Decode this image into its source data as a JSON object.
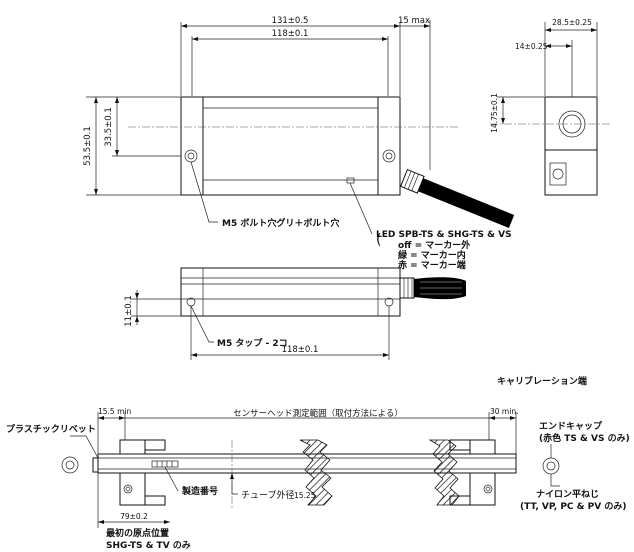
{
  "top_view": {
    "dim_overall_length": "131±0.5",
    "dim_max_extension": "15 max",
    "dim_hole_pitch": "118±0.1",
    "dim_height": "53.5±0.1",
    "dim_half_height": "33.5±0.1",
    "label_mount_hole": "M5 ボルト穴グリ＋ボルト穴"
  },
  "end_view": {
    "dim_width": "28.5±0.25",
    "dim_half_width": "14±0.25",
    "dim_center_height": "14.75±0.1"
  },
  "led_note": {
    "title": "LED SPB-TS & SHG-TS & VS",
    "lines": [
      "off = マーカー外",
      "緑 = マーカー内",
      "赤 = マーカー端"
    ]
  },
  "side_view": {
    "dim_height": "11±0.1",
    "label_tap": "M5 タップ - 2コ",
    "dim_tap_pitch": "118±0.1"
  },
  "calibration": {
    "title": "キャリブレーション端",
    "dim_left_min": "15.5 min",
    "range_label": "センサーヘッド測定範囲（取付方法による）",
    "dim_right_min": "30 min.",
    "label_rivet": "プラスチックリベット",
    "label_end_cap": "エンドキャップ",
    "label_end_cap_note": "(赤色 TS & VS のみ)",
    "label_serial": "製造番号",
    "label_tube": "チューブ外径",
    "tube_diameter": "15.25",
    "dim_origin": "79±0.2",
    "label_origin": "最初の原点位置",
    "label_origin_note": "SHG-TS & TV のみ",
    "label_nylon_screw": "ナイロン平ねじ",
    "label_nylon_note": "(TT, VP, PC & PV のみ)"
  }
}
